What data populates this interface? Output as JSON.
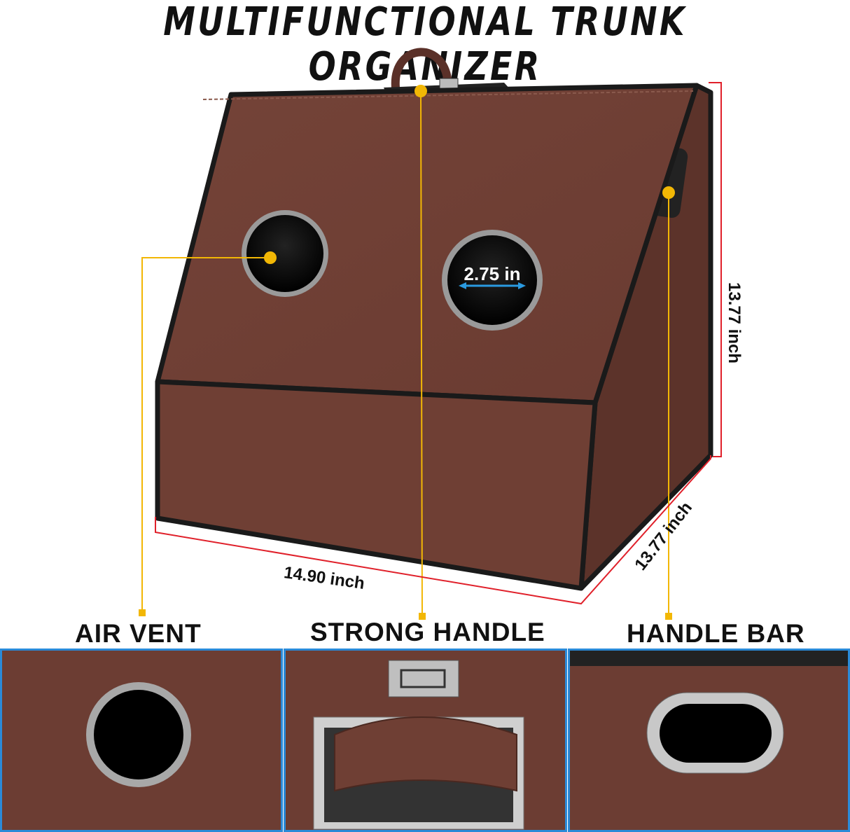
{
  "title": "MULTIFUNCTIONAL TRUNK ORGANIZER",
  "product_colors": {
    "leather": "#6e3f34",
    "leather_dark": "#55302a",
    "piping": "#1a1a1a",
    "callout": "#f2b705",
    "dimension": "#e0202a",
    "panel_border": "#2a8ad8"
  },
  "dimensions": {
    "height": "13.77 inch",
    "width": "14.90 inch",
    "depth": "13.77 inch",
    "vent_diameter": "2.75 in"
  },
  "features": [
    {
      "label": "AIR VENT",
      "icon": "air-vent-icon"
    },
    {
      "label": "STRONG HANDLE",
      "icon": "handle-icon"
    },
    {
      "label": "HANDLE BAR",
      "icon": "handle-bar-icon"
    }
  ]
}
